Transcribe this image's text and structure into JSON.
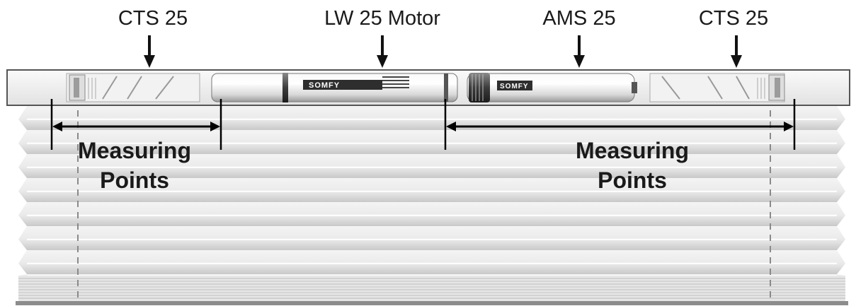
{
  "labels": {
    "cts_left": "CTS 25",
    "lw_motor": "LW 25 Motor",
    "ams": "AMS 25",
    "cts_right": "CTS 25"
  },
  "brand": {
    "motor_brand": "SOMFY",
    "ams_brand": "SOMFY"
  },
  "measuring": {
    "left_line1": "Measuring",
    "left_line2": "Points",
    "right_line1": "Measuring",
    "right_line2": "Points"
  }
}
